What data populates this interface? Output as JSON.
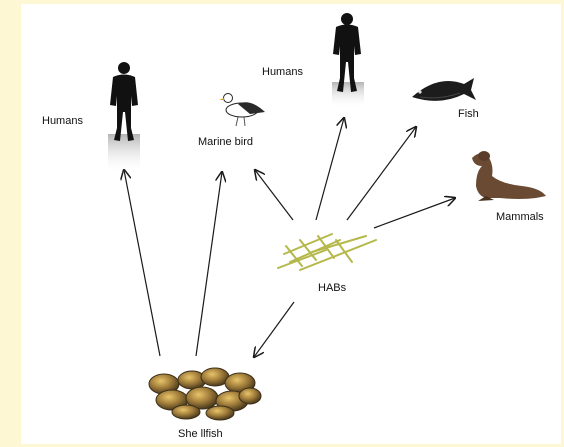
{
  "diagram": {
    "nodes": {
      "humans_left": {
        "label": "Humans",
        "icon": "human-silhouette-icon"
      },
      "marine_bird": {
        "label": "Marine bird",
        "icon": "seabird-icon"
      },
      "humans_top": {
        "label": "Humans",
        "icon": "human-silhouette-icon"
      },
      "fish": {
        "label": "Fish",
        "icon": "fish-icon"
      },
      "mammals": {
        "label": "Mammals",
        "icon": "sea-lion-icon"
      },
      "habs": {
        "label": "HABs",
        "icon": "algae-needles-icon"
      },
      "shellfish": {
        "label": "She llfish",
        "icon": "clams-icon"
      }
    },
    "edges": [
      {
        "from": "shellfish",
        "to": "humans_left"
      },
      {
        "from": "shellfish",
        "to": "marine_bird"
      },
      {
        "from": "habs",
        "to": "marine_bird"
      },
      {
        "from": "habs",
        "to": "humans_top"
      },
      {
        "from": "habs",
        "to": "fish"
      },
      {
        "from": "habs",
        "to": "mammals"
      },
      {
        "from": "habs",
        "to": "shellfish"
      }
    ],
    "colors": {
      "background": "#fdf7d4",
      "panel": "#ffffff",
      "arrow": "#1a1a1a",
      "silhouette": "#111111",
      "algae": "#b5b84a",
      "sealion": "#6b4a33",
      "clam": "#5c4a2a"
    }
  }
}
